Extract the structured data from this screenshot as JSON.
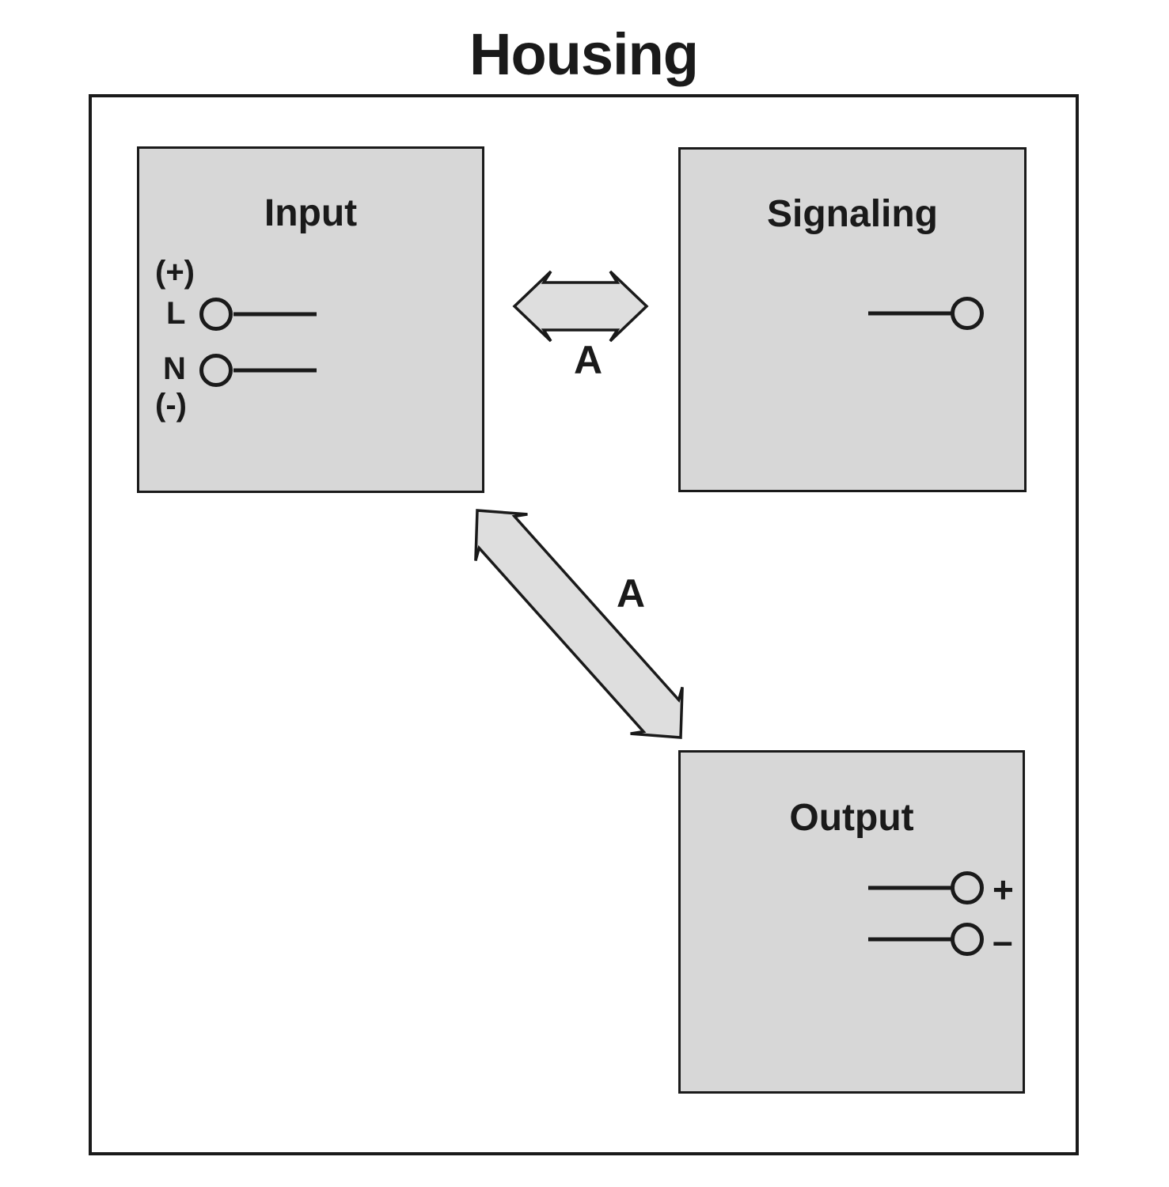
{
  "title": "Housing",
  "colors": {
    "box_fill": "#d7d7d7",
    "arrow_fill": "#dedede",
    "stroke": "#1a1a1a",
    "background": "#ffffff"
  },
  "blocks": {
    "input": {
      "title": "Input",
      "terminals": {
        "plus_paren": "(+)",
        "live": "L",
        "neutral": "N",
        "minus_paren": "(-)"
      }
    },
    "signaling": {
      "title": "Signaling"
    },
    "output": {
      "title": "Output",
      "terminals": {
        "plus": "+",
        "minus": "–"
      }
    }
  },
  "arrows": {
    "input_signaling": {
      "label": "A"
    },
    "input_output": {
      "label": "A"
    }
  }
}
